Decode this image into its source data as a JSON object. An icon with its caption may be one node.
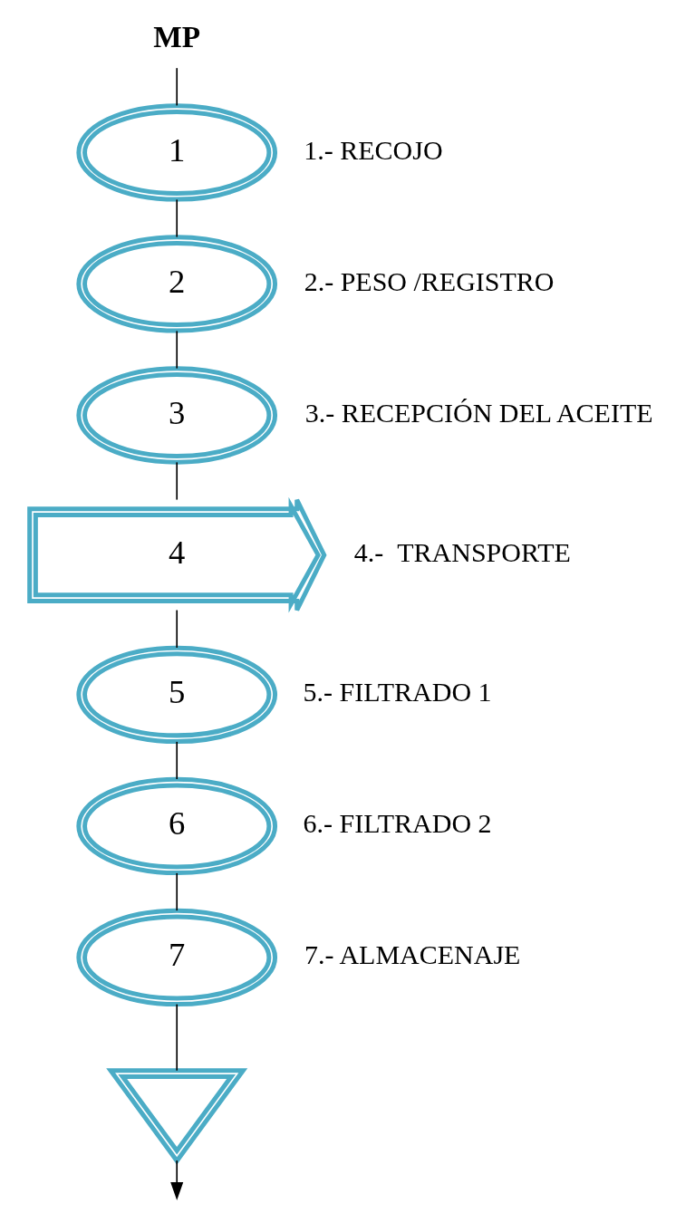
{
  "diagram": {
    "nodes": [
      {
        "text": [
          "MP"
        ]
      },
      {
        "text": [
          "1"
        ],
        "beside": [
          "1.- RECOJO"
        ]
      },
      {
        "text": [
          "2"
        ],
        "beside": [
          "2.- PESO /REGISTRO"
        ]
      },
      {
        "text": [
          "3"
        ],
        "beside": [
          "3.- RECEPCIÓN DEL ACEITE"
        ]
      },
      {
        "text": [
          "4"
        ],
        "beside": [
          "4.-  TRANSPORTE"
        ]
      },
      {
        "text": [
          "5"
        ],
        "beside": [
          "5.- FILTRADO 1"
        ]
      },
      {
        "text": [
          "6"
        ],
        "beside": [
          "6.- FILTRADO 2"
        ]
      },
      {
        "text": [
          "7"
        ],
        "beside": [
          "7.- ALMACENAJE"
        ]
      },
      {
        "text": [],
        "shape": "triangle"
      }
    ],
    "edges": [
      {
        "from": 0,
        "to": 1,
        "arrow": "none"
      },
      {
        "from": 1,
        "to": 2,
        "arrow": "none"
      },
      {
        "from": 2,
        "to": 3,
        "arrow": "none"
      },
      {
        "from": 3,
        "to": 4,
        "arrow": "none"
      },
      {
        "from": 4,
        "to": 5,
        "arrow": "none"
      },
      {
        "from": 5,
        "to": 6,
        "arrow": "none"
      },
      {
        "from": 6,
        "to": 7,
        "arrow": "none"
      },
      {
        "from": 7,
        "to": 8,
        "arrow": "none"
      },
      {
        "from": 8,
        "to": null,
        "arrow": "to"
      }
    ]
  }
}
